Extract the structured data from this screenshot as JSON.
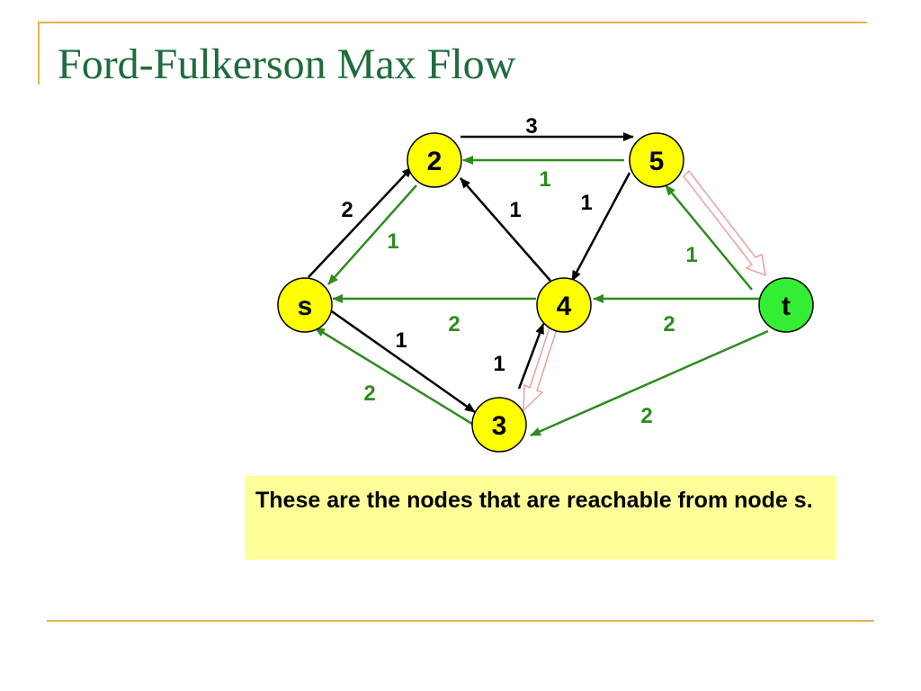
{
  "slide": {
    "title": "Ford-Fulkerson Max Flow",
    "note": "These are the nodes that are reachable from node s."
  },
  "colors": {
    "accent_rule": "#e3b24c",
    "title": "#1e6b3b",
    "forward_edge": "#000000",
    "residual_edge": "#2e8b1f",
    "node_reachable": "#ffff00",
    "node_sink": "#33ee33",
    "path_highlight": "#e8a0a0",
    "note_background": "#ffff99"
  },
  "graph": {
    "nodes": [
      {
        "id": "n2",
        "label": "2",
        "reachable": true
      },
      {
        "id": "n5",
        "label": "5",
        "reachable": true
      },
      {
        "id": "ns",
        "label": "s",
        "reachable": true
      },
      {
        "id": "n4",
        "label": "4",
        "reachable": true
      },
      {
        "id": "nt",
        "label": "t",
        "reachable": false
      },
      {
        "id": "n3",
        "label": "3",
        "reachable": true
      }
    ],
    "edges": [
      {
        "from": "2",
        "to": "5",
        "kind": "forward",
        "label": "3"
      },
      {
        "from": "5",
        "to": "2",
        "kind": "residual",
        "label": "1"
      },
      {
        "from": "s",
        "to": "2",
        "kind": "forward",
        "label": "2"
      },
      {
        "from": "2",
        "to": "s",
        "kind": "residual",
        "label": "1"
      },
      {
        "from": "4",
        "to": "2",
        "kind": "forward",
        "label": "1"
      },
      {
        "from": "5",
        "to": "4",
        "kind": "forward",
        "label": "1"
      },
      {
        "from": "t",
        "to": "5",
        "kind": "residual",
        "label": "1"
      },
      {
        "from": "4",
        "to": "s",
        "kind": "residual",
        "label": "2"
      },
      {
        "from": "t",
        "to": "4",
        "kind": "residual",
        "label": "2"
      },
      {
        "from": "s",
        "to": "3",
        "kind": "forward",
        "label": "1"
      },
      {
        "from": "3",
        "to": "s",
        "kind": "residual",
        "label": "2"
      },
      {
        "from": "3",
        "to": "4",
        "kind": "forward",
        "label": "1"
      },
      {
        "from": "t",
        "to": "3",
        "kind": "residual",
        "label": "2"
      }
    ]
  }
}
